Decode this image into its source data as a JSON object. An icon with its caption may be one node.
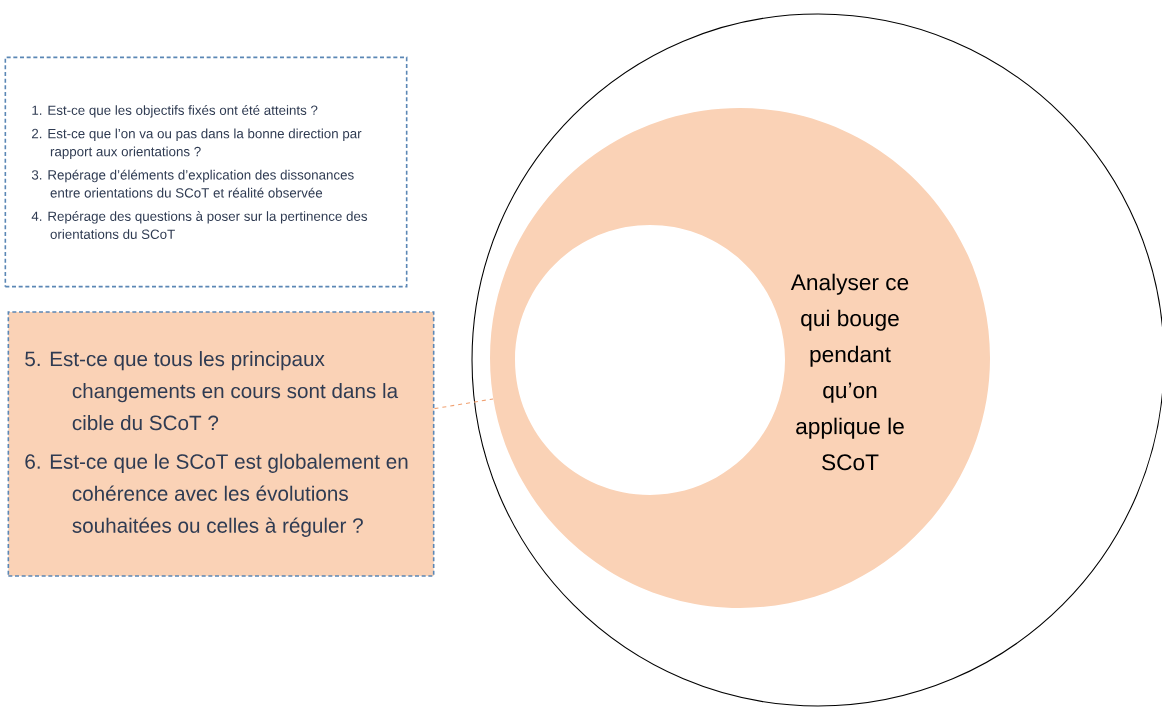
{
  "diagram": {
    "nodes": [
      {
        "text": [
          "1. Est-ce que les objectifs fixés ont été atteints ?",
          "2. Est-ce que l’on va ou pas dans la bonne direction par rapport aux orientations ?",
          "3. Repérage d’éléments d’explication des dissonances entre orientations du SCoT et réalité observée",
          "4. Repérage des questions à poser sur la pertinence des orientations du SCoT"
        ]
      },
      {
        "text": [
          "5. Est-ce que tous les principaux changements en cours sont dans la cible du SCoT ?",
          "6. Est-ce que le SCoT est globalement en cohérence avec les évolutions souhaitées ou celles à réguler ?"
        ]
      },
      {
        "text": [],
        "shape": "circle"
      },
      {
        "text": [
          "Analyser ce qui bouge pendant qu’on applique le SCoT"
        ],
        "in": 2
      }
    ],
    "edges": [
      {
        "from": 1,
        "to": 3,
        "arrow": "none",
        "style": "dashed",
        "color": "#f0a070"
      }
    ]
  }
}
